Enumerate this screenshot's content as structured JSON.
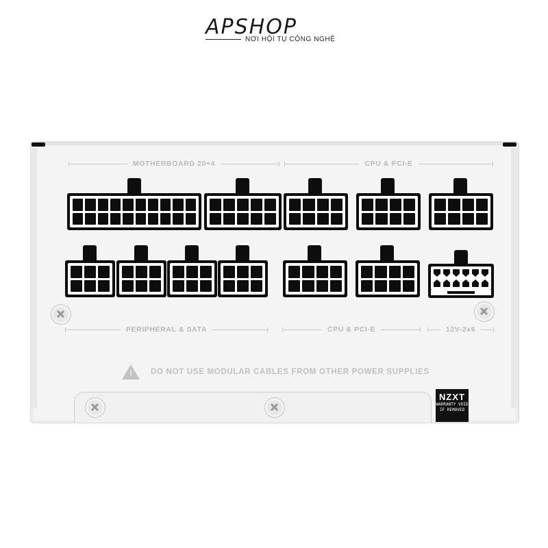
{
  "logo": {
    "wordmark": "APSHOP",
    "tagline": "NƠI HỘI TỤ CÔNG NGHỆ"
  },
  "labels": {
    "top_left": "MOTHERBOARD 20+4",
    "top_right": "CPU & PCI-E",
    "bottom_left": "PERIPHERAL & SATA",
    "bottom_mid": "CPU & PCI-E",
    "bottom_right": "12V-2x6"
  },
  "warning": {
    "icon": "warning-triangle-icon",
    "text": "DO NOT USE MODULAR CABLES FROM OTHER POWER SUPPLIES"
  },
  "sticker": {
    "brand": "NZXT",
    "line1": "WARRANTY VOID",
    "line2": "IF REMOVED"
  },
  "colors": {
    "panel": "#f4f4f4",
    "connector": "#0d0d0d",
    "label": "#b8b8b8"
  }
}
